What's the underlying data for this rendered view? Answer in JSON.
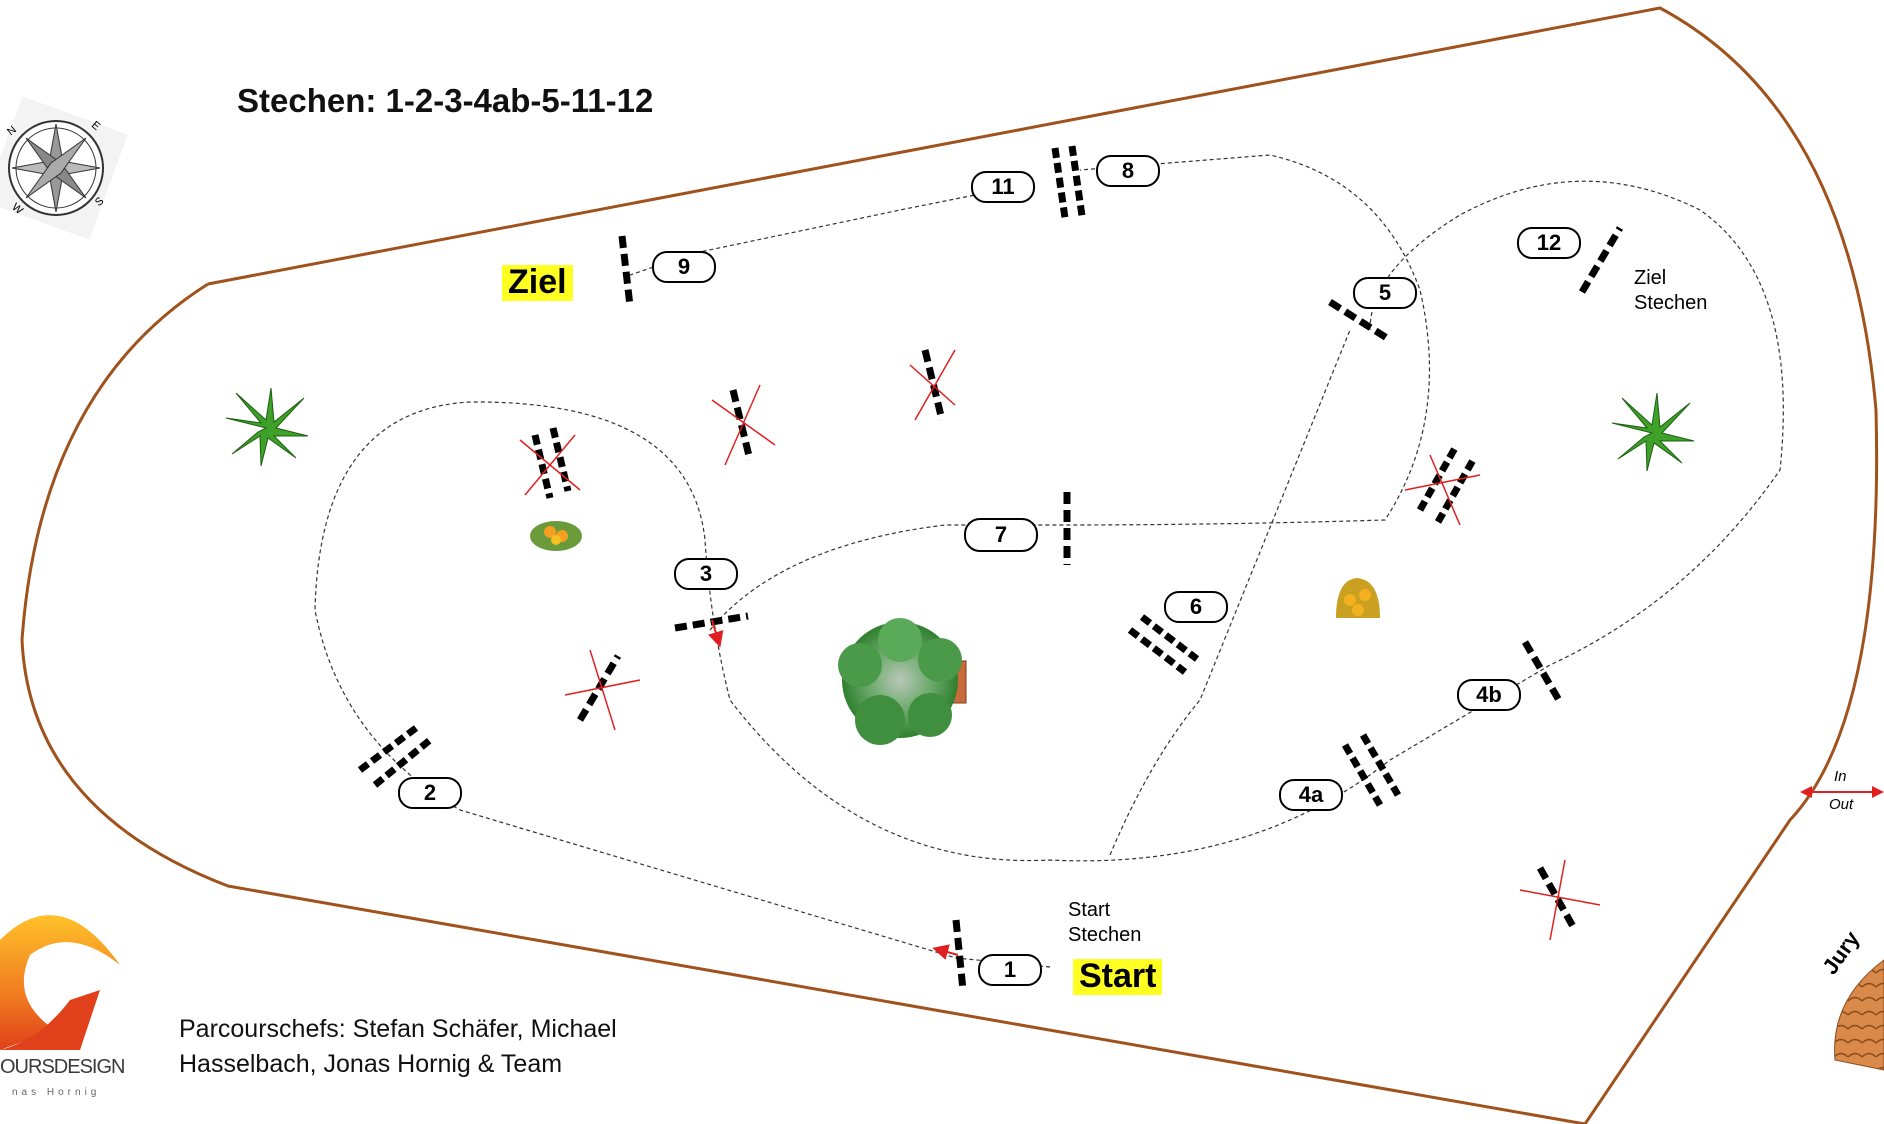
{
  "title": "Stechen: 1-2-3-4ab-5-11-12",
  "labels": {
    "ziel": "Ziel",
    "start": "Start",
    "ziel_stechen_1": "Ziel",
    "ziel_stechen_2": "Stechen",
    "start_stechen_1": "Start",
    "start_stechen_2": "Stechen",
    "in": "In",
    "out": "Out",
    "jury": "Jury"
  },
  "credits": {
    "line1": "Parcourschefs: Stefan Schäfer, Michael",
    "line2": "Hasselbach, Jonas Hornig & Team"
  },
  "logo": {
    "text": "OURSDESIGN",
    "sub": "nas Hornig"
  },
  "compass": {
    "n": "N",
    "e": "E",
    "s": "S",
    "w": "W"
  },
  "obstacles": [
    "1",
    "2",
    "3",
    "4a",
    "4b",
    "5",
    "6",
    "7",
    "8",
    "9",
    "11",
    "12"
  ],
  "colors": {
    "arena_border": "#a0521d",
    "route": "#333333",
    "flag_red": "#e02020",
    "highlight": "#ffff22",
    "tree": "#4a9a4a"
  }
}
